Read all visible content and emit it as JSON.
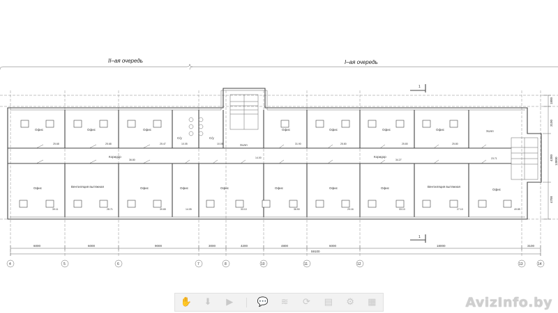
{
  "stages": {
    "second": "II–ая очередь",
    "first": "I–ая очередь"
  },
  "section_mark": "1",
  "right_dims": [
    "1800",
    "3100",
    "4300",
    "4700",
    "13800"
  ],
  "bottom_dims": [
    "6000",
    "6000",
    "9000",
    "3000",
    "4200",
    "4800",
    "6000",
    "18000",
    "3100"
  ],
  "overall_dim": "59100",
  "axes": [
    "4",
    "5",
    "6",
    "7",
    "8",
    "10",
    "11",
    "12",
    "13",
    "14"
  ],
  "rooms_top": [
    {
      "name": "Офис",
      "area": "25.68"
    },
    {
      "name": "Офис",
      "area": "25.68"
    },
    {
      "name": "Офис",
      "area": "25.47"
    },
    {
      "name": "С/у",
      "area": "10.05"
    },
    {
      "name": "С/у",
      "area": "10.05"
    },
    {
      "name": "Холл",
      "area": "14.00"
    },
    {
      "name": "Офис",
      "area": "31.90"
    },
    {
      "name": "Офис",
      "area": "25.80"
    },
    {
      "name": "Офис",
      "area": "25.80"
    },
    {
      "name": "Холл",
      "area": "23.71"
    }
  ],
  "corridors": [
    {
      "name": "Коридор",
      "area": "36.80"
    },
    {
      "name": "Коридор",
      "area": "34.27"
    }
  ],
  "rooms_bottom": [
    {
      "name": "Офис",
      "area": "39.11"
    },
    {
      "name": "Вентиляция вытяжная",
      "area": "28.71"
    },
    {
      "name": "Офис",
      "area": "39.65"
    },
    {
      "name": "Офис",
      "area": "14.05"
    },
    {
      "name": "Офис",
      "area": "33.10"
    },
    {
      "name": "Офис",
      "area": "36.50"
    },
    {
      "name": "Офис",
      "area": "29.16"
    },
    {
      "name": "Вентиляция вытяжная",
      "area": "27.10"
    },
    {
      "name": "Офис",
      "area": "49.85"
    }
  ],
  "watermark": "AvizInfo.by",
  "toolbar_icons": [
    "hand-icon",
    "download-icon",
    "camera-icon",
    "comment-icon",
    "layers-icon",
    "refresh-icon",
    "document-icon",
    "settings-icon",
    "table-icon"
  ]
}
